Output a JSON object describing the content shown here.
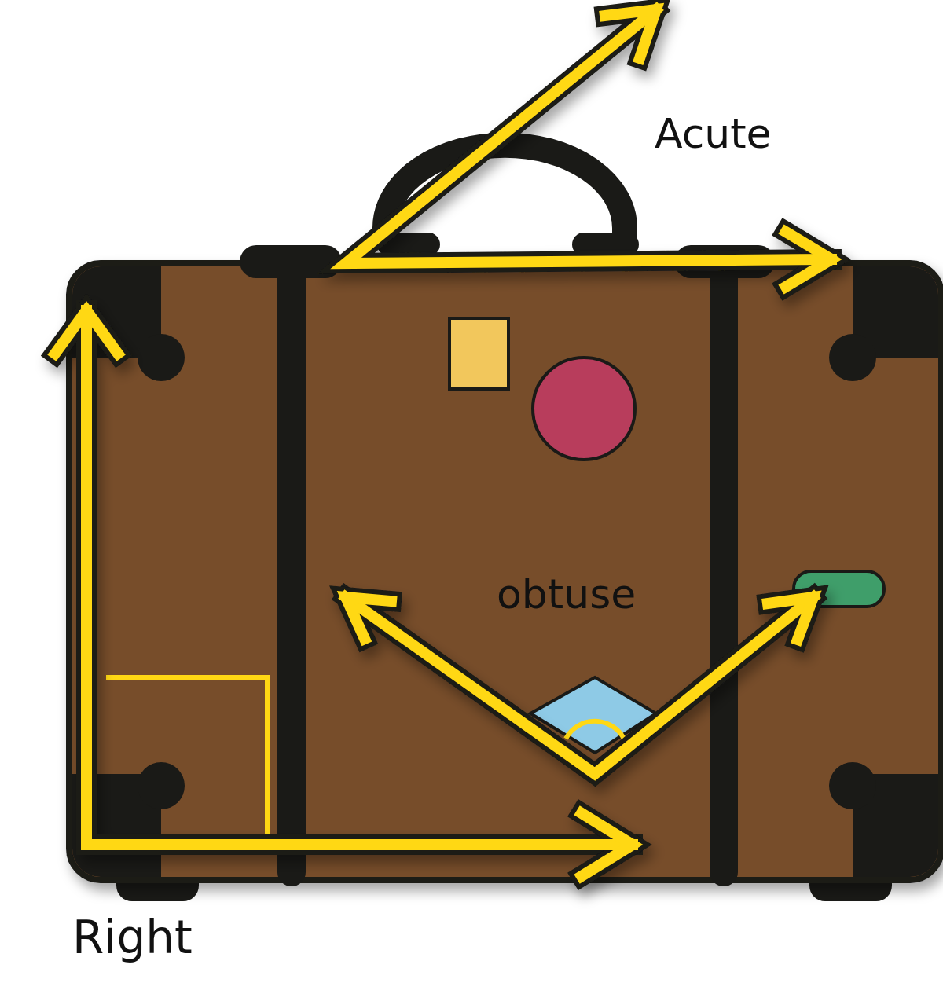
{
  "diagram": {
    "labels": [
      "Acute",
      "obtuse",
      "Right"
    ]
  }
}
